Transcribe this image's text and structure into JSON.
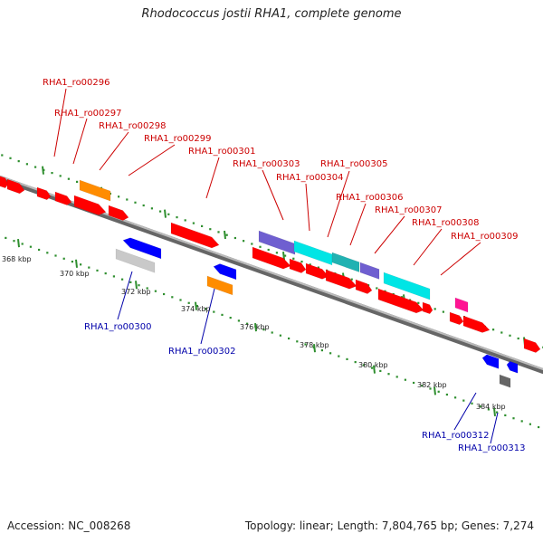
{
  "title": "Rhodococcus jostii RHA1, complete genome",
  "footer": {
    "accession": "Accession: NC_008268",
    "summary": "Topology: linear; Length: 7,804,765 bp; Genes: 7,274"
  },
  "colors": {
    "backbone": "#777777",
    "top_label": "#cc0000",
    "bottom_label": "#0000aa",
    "tick": "#2f8f2f",
    "red": "#ff0000",
    "blue": "#0000ff",
    "orange": "#ff8c00",
    "light_gray": "#c9c9c9",
    "dark_gray": "#666666",
    "purple": "#6f5fd0",
    "cyan": "#00e5e5",
    "teal": "#21b2b2",
    "pink": "#ff1493"
  },
  "scale_labels": [
    "368 kbp",
    "370 kbp",
    "372 kbp",
    "374 kbp",
    "376 kbp",
    "378 kbp",
    "380 kbp",
    "382 kbp",
    "384 kbp"
  ],
  "top_labels": [
    "RHA1_ro00296",
    "RHA1_ro00297",
    "RHA1_ro00298",
    "RHA1_ro00299",
    "RHA1_ro00301",
    "RHA1_ro00303",
    "RHA1_ro00304",
    "RHA1_ro00305",
    "RHA1_ro00306",
    "RHA1_ro00307",
    "RHA1_ro00308",
    "RHA1_ro00309"
  ],
  "bottom_labels": [
    "RHA1_ro00300",
    "RHA1_ro00302",
    "RHA1_ro00312",
    "RHA1_ro00313"
  ]
}
